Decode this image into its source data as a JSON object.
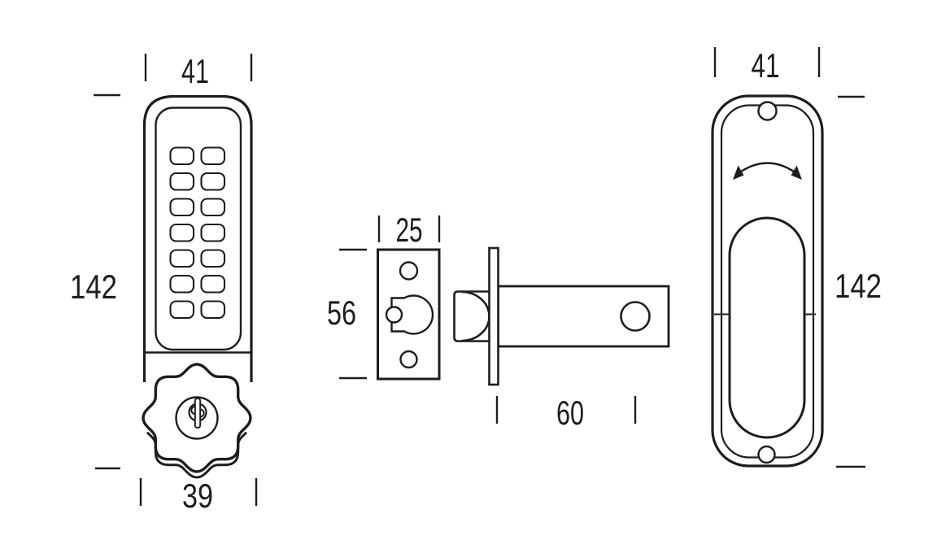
{
  "colors": {
    "background": "#ffffff",
    "line": "#1d1d1d",
    "text": "#1d1d1d"
  },
  "views": {
    "keypad_front": {
      "dim_width_top": "41",
      "dim_height": "142",
      "dim_width_bottom": "39",
      "keypad_rows": 7,
      "keypad_cols": 2
    },
    "latch": {
      "dim_faceplate_width": "25",
      "dim_faceplate_height": "56",
      "dim_backset": "60"
    },
    "back_plate": {
      "dim_width_top": "41",
      "dim_height": "142"
    }
  }
}
